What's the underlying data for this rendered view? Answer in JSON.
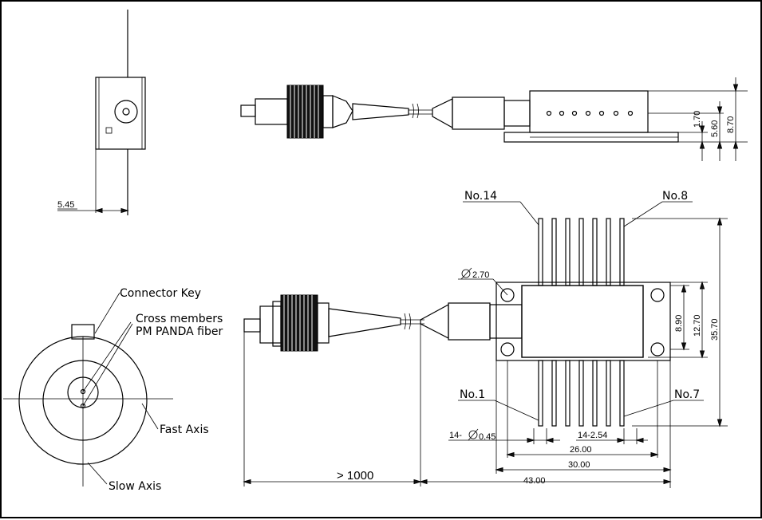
{
  "labels": {
    "connector_key": "Connector Key",
    "cross_members": "Cross members",
    "pm_panda": "PM PANDA fiber",
    "fast_axis": "Fast Axis",
    "slow_axis": "Slow Axis",
    "pin14": "No.14",
    "pin8": "No.8",
    "pin1": "No.1",
    "pin7": "No.7"
  },
  "dimensions": {
    "side_offset": "5.45",
    "h_1_70": "1.70",
    "h_5_60": "5.60",
    "h_8_70": "8.70",
    "hole_dia": "2.70",
    "h_8_90": "8.90",
    "h_12_70": "12.70",
    "h_35_70": "35.70",
    "pin_dia": "14-",
    "pin_dia_val": "0.45",
    "pin_pitch": "14-2.54",
    "w_26": "26.00",
    "w_30": "30.00",
    "w_43": "43.00",
    "fiber_len": "> 1000"
  }
}
